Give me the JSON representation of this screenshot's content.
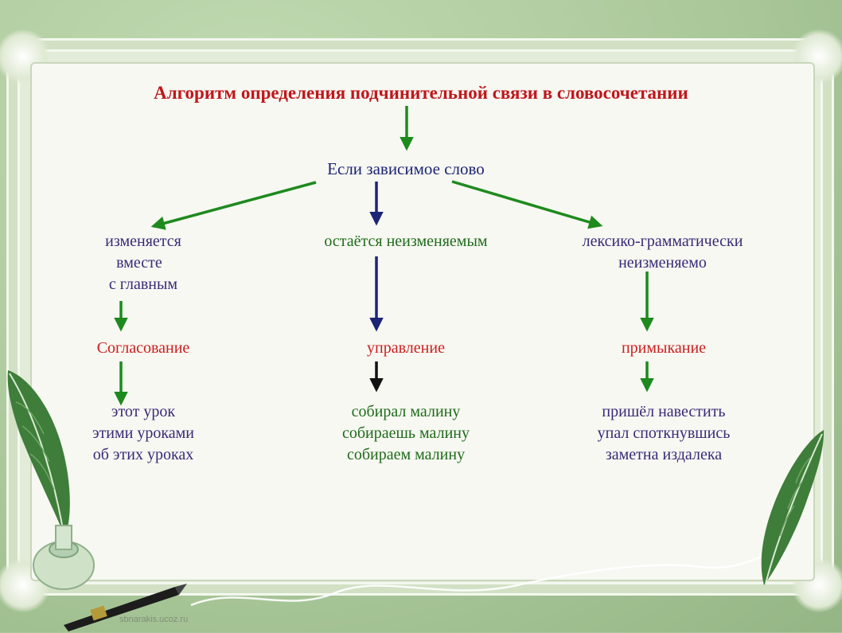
{
  "diagram": {
    "title": "Алгоритм определения подчинительной связи в словосочетании",
    "root": "Если зависимое слово",
    "branches": [
      {
        "condition": [
          "изменяется",
          "вместе",
          "с главным"
        ],
        "type": "Согласование",
        "examples": [
          "этот урок",
          "этими уроками",
          "об этих уроках"
        ]
      },
      {
        "condition": [
          "остаётся неизменяемым"
        ],
        "type": "управление",
        "examples": [
          "собирал малину",
          "собираешь малину",
          "собираем малину"
        ]
      },
      {
        "condition": [
          "лексико-грамматически",
          "неизменяемо"
        ],
        "type": "примыкание",
        "examples": [
          "пришёл навестить",
          "упал споткнувшись",
          "заметна издалека"
        ]
      }
    ]
  },
  "footer": {
    "site": "sbnarakis.ucoz.ru"
  },
  "colors": {
    "title": "#c0161b",
    "root": "#1d2575",
    "condition": "#3a2a78",
    "type": "#cc1f1f",
    "examples_left": "#3a2a78",
    "examples_middle": "#1f6b1a",
    "examples_right": "#3a2a78",
    "arrow_green": "#1e8a1e",
    "arrow_navy": "#1d2575"
  }
}
